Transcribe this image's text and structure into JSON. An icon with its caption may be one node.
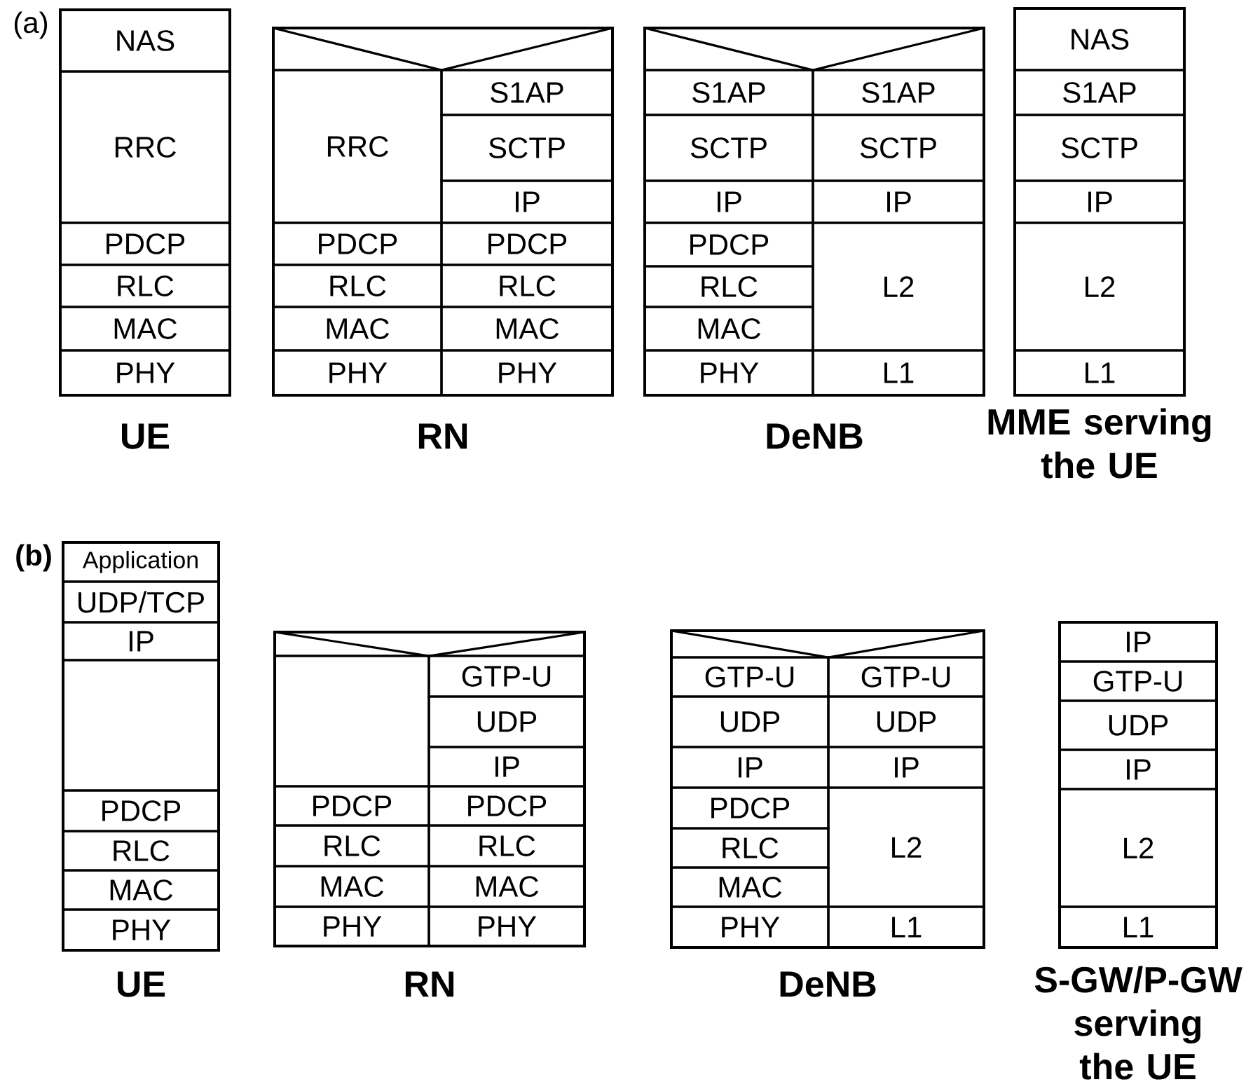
{
  "diagram": {
    "nodes": [
      {
        "text": [
          "UE"
        ]
      },
      {
        "text": [
          "NAS"
        ],
        "in": 0
      },
      {
        "text": [
          "RRC"
        ],
        "in": 0
      },
      {
        "text": [
          "PDCP"
        ],
        "in": 0
      },
      {
        "text": [
          "RLC"
        ],
        "in": 0
      },
      {
        "text": [
          "MAC"
        ],
        "in": 0
      },
      {
        "text": [
          "PHY"
        ],
        "in": 0
      },
      {
        "text": [
          "RN"
        ]
      },
      {
        "text": [],
        "shape": "box",
        "in": 7
      },
      {
        "text": [
          "RRC"
        ],
        "in": 7
      },
      {
        "text": [
          "S1AP"
        ],
        "in": 7
      },
      {
        "text": [
          "SCTP"
        ],
        "in": 7
      },
      {
        "text": [
          "IP"
        ],
        "in": 7
      },
      {
        "text": [
          "PDCP"
        ],
        "in": 7
      },
      {
        "text": [
          "PDCP"
        ],
        "in": 7
      },
      {
        "text": [
          "RLC"
        ],
        "in": 7
      },
      {
        "text": [
          "RLC"
        ],
        "in": 7
      },
      {
        "text": [
          "MAC"
        ],
        "in": 7
      },
      {
        "text": [
          "MAC"
        ],
        "in": 7
      },
      {
        "text": [
          "PHY"
        ],
        "in": 7
      },
      {
        "text": [
          "PHY"
        ],
        "in": 7
      },
      {
        "text": [
          "DeNB"
        ]
      },
      {
        "text": [],
        "shape": "box",
        "in": 21
      },
      {
        "text": [
          "S1AP"
        ],
        "in": 21
      },
      {
        "text": [
          "S1AP"
        ],
        "in": 21
      },
      {
        "text": [
          "SCTP"
        ],
        "in": 21
      },
      {
        "text": [
          "SCTP"
        ],
        "in": 21
      },
      {
        "text": [
          "IP"
        ],
        "in": 21
      },
      {
        "text": [
          "IP"
        ],
        "in": 21
      },
      {
        "text": [
          "PDCP"
        ],
        "in": 21
      },
      {
        "text": [
          "L2"
        ],
        "in": 21
      },
      {
        "text": [
          "RLC"
        ],
        "in": 21
      },
      {
        "text": [
          "MAC"
        ],
        "in": 21
      },
      {
        "text": [
          "PHY"
        ],
        "in": 21
      },
      {
        "text": [
          "L1"
        ],
        "in": 21
      },
      {
        "text": [
          "MME serving the UE"
        ]
      },
      {
        "text": [
          "NAS"
        ],
        "in": 35
      },
      {
        "text": [
          "S1AP"
        ],
        "in": 35
      },
      {
        "text": [
          "SCTP"
        ],
        "in": 35
      },
      {
        "text": [
          "IP"
        ],
        "in": 35
      },
      {
        "text": [
          "L2"
        ],
        "in": 35
      },
      {
        "text": [
          "L1"
        ],
        "in": 35
      },
      {
        "text": [
          "UE"
        ]
      },
      {
        "text": [
          "Application"
        ],
        "in": 42
      },
      {
        "text": [
          "UDP/TCP"
        ],
        "in": 42
      },
      {
        "text": [
          "IP"
        ],
        "in": 42
      },
      {
        "text": [],
        "shape": "box",
        "in": 42
      },
      {
        "text": [
          "PDCP"
        ],
        "in": 42
      },
      {
        "text": [
          "RLC"
        ],
        "in": 42
      },
      {
        "text": [
          "MAC"
        ],
        "in": 42
      },
      {
        "text": [
          "PHY"
        ],
        "in": 42
      },
      {
        "text": [
          "RN"
        ]
      },
      {
        "text": [],
        "shape": "box",
        "in": 51
      },
      {
        "text": [],
        "shape": "box",
        "in": 51
      },
      {
        "text": [
          "GTP-U"
        ],
        "in": 51
      },
      {
        "text": [
          "UDP"
        ],
        "in": 51
      },
      {
        "text": [
          "IP"
        ],
        "in": 51
      },
      {
        "text": [
          "PDCP"
        ],
        "in": 51
      },
      {
        "text": [
          "PDCP"
        ],
        "in": 51
      },
      {
        "text": [
          "RLC"
        ],
        "in": 51
      },
      {
        "text": [
          "RLC"
        ],
        "in": 51
      },
      {
        "text": [
          "MAC"
        ],
        "in": 51
      },
      {
        "text": [
          "MAC"
        ],
        "in": 51
      },
      {
        "text": [
          "PHY"
        ],
        "in": 51
      },
      {
        "text": [
          "PHY"
        ],
        "in": 51
      },
      {
        "text": [
          "DeNB"
        ]
      },
      {
        "text": [],
        "shape": "box",
        "in": 65
      },
      {
        "text": [
          "GTP-U"
        ],
        "in": 65
      },
      {
        "text": [
          "GTP-U"
        ],
        "in": 65
      },
      {
        "text": [
          "UDP"
        ],
        "in": 65
      },
      {
        "text": [
          "UDP"
        ],
        "in": 65
      },
      {
        "text": [
          "IP"
        ],
        "in": 65
      },
      {
        "text": [
          "IP"
        ],
        "in": 65
      },
      {
        "text": [
          "PDCP"
        ],
        "in": 65
      },
      {
        "text": [
          "L2"
        ],
        "in": 65
      },
      {
        "text": [
          "RLC"
        ],
        "in": 65
      },
      {
        "text": [
          "MAC"
        ],
        "in": 65
      },
      {
        "text": [
          "PHY"
        ],
        "in": 65
      },
      {
        "text": [
          "L1"
        ],
        "in": 65
      },
      {
        "text": [
          "S-GW/P-GW serving the UE"
        ]
      },
      {
        "text": [
          "IP"
        ],
        "in": 79
      },
      {
        "text": [
          "GTP-U"
        ],
        "in": 79
      },
      {
        "text": [
          "UDP"
        ],
        "in": 79
      },
      {
        "text": [
          "IP"
        ],
        "in": 79
      },
      {
        "text": [
          "L2"
        ],
        "in": 79
      },
      {
        "text": [
          "L1"
        ],
        "in": 79
      }
    ],
    "labels": [
      "(a)",
      "(b)"
    ]
  }
}
